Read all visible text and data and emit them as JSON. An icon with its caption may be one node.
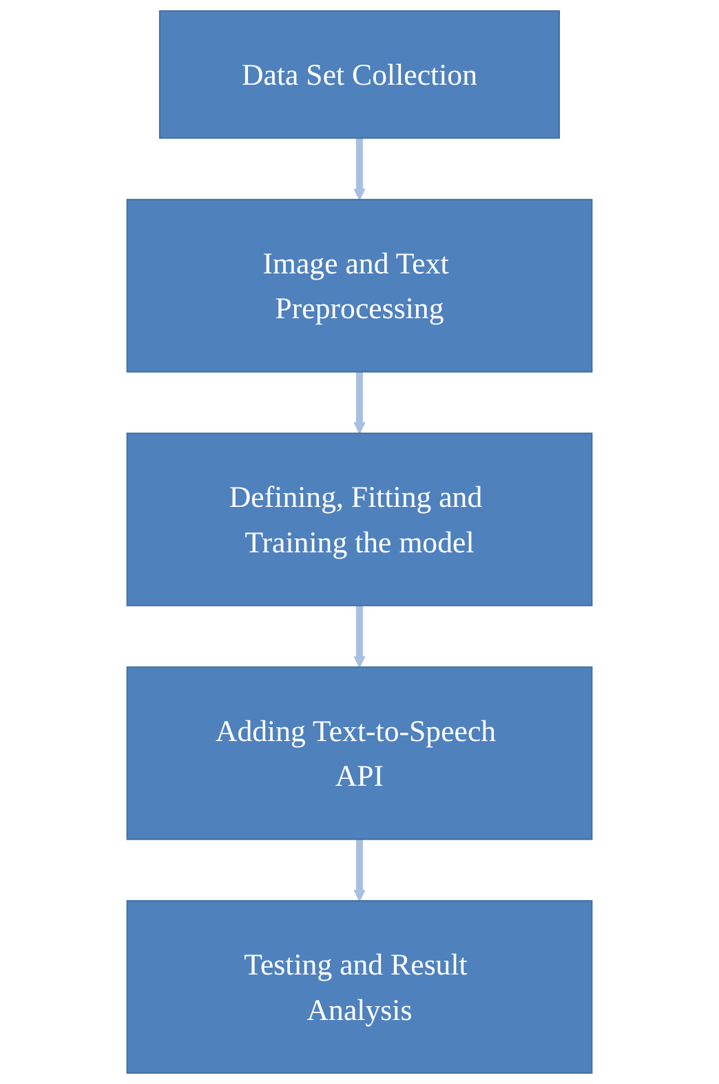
{
  "diagram": {
    "nodes": [
      {
        "text": [
          "Data Set Collection"
        ]
      },
      {
        "text": [
          "Image and Text Preprocessing"
        ]
      },
      {
        "text": [
          "Defining, Fitting and Training the model"
        ]
      },
      {
        "text": [
          "Adding Text-to-Speech API"
        ]
      },
      {
        "text": [
          "Testing and Result Analysis"
        ]
      }
    ],
    "edges": [
      {
        "from": 0,
        "to": 1,
        "arrow": "to"
      },
      {
        "from": 1,
        "to": 2,
        "arrow": "to"
      },
      {
        "from": 2,
        "to": 3,
        "arrow": "to"
      },
      {
        "from": 3,
        "to": 4,
        "arrow": "to"
      }
    ]
  }
}
